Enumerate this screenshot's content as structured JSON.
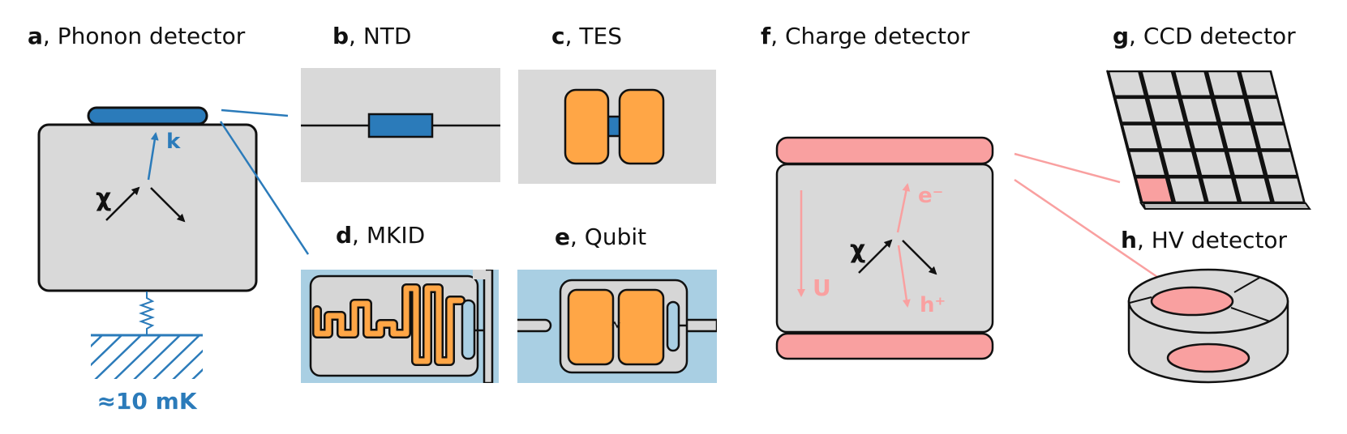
{
  "colors": {
    "blue": "#2b7bba",
    "dark_blue": "#1f6fb0",
    "grey": "#d9d9d9",
    "light_grey": "#d6d6d6",
    "orange": "#ffa646",
    "pink": "#f9a0a0",
    "light_blue": "#a9cfe3",
    "ink": "#111111"
  },
  "panels": {
    "a": {
      "letter": "a",
      "title": ", Phonon detector"
    },
    "b": {
      "letter": "b",
      "title": ", NTD"
    },
    "c": {
      "letter": "c",
      "title": ", TES"
    },
    "d": {
      "letter": "d",
      "title": ", MKID"
    },
    "e": {
      "letter": "e",
      "title": ", Qubit"
    },
    "f": {
      "letter": "f",
      "title": ", Charge detector"
    },
    "g": {
      "letter": "g",
      "title": ", CCD detector"
    },
    "h": {
      "letter": "h",
      "title": ", HV detector"
    }
  },
  "annotations": {
    "phonon_k": "k",
    "chi_a": "χ",
    "temperature": "≈10 mK",
    "chi_f": "χ",
    "electron": "e⁻",
    "hole": "h⁺",
    "field": "U"
  },
  "icons": {
    "phonon": [
      "thermal-bath-icon",
      "spring-icon",
      "sensor-icon"
    ],
    "ntd": [
      "resistor-icon"
    ],
    "tes": [
      "superconducting-film-icon"
    ],
    "mkid": [
      "meander-resonator-icon"
    ],
    "qubit": [
      "transmon-icon"
    ],
    "ccd": [
      "pixel-grid-icon"
    ],
    "hv": [
      "electrode-ring-icon"
    ]
  }
}
